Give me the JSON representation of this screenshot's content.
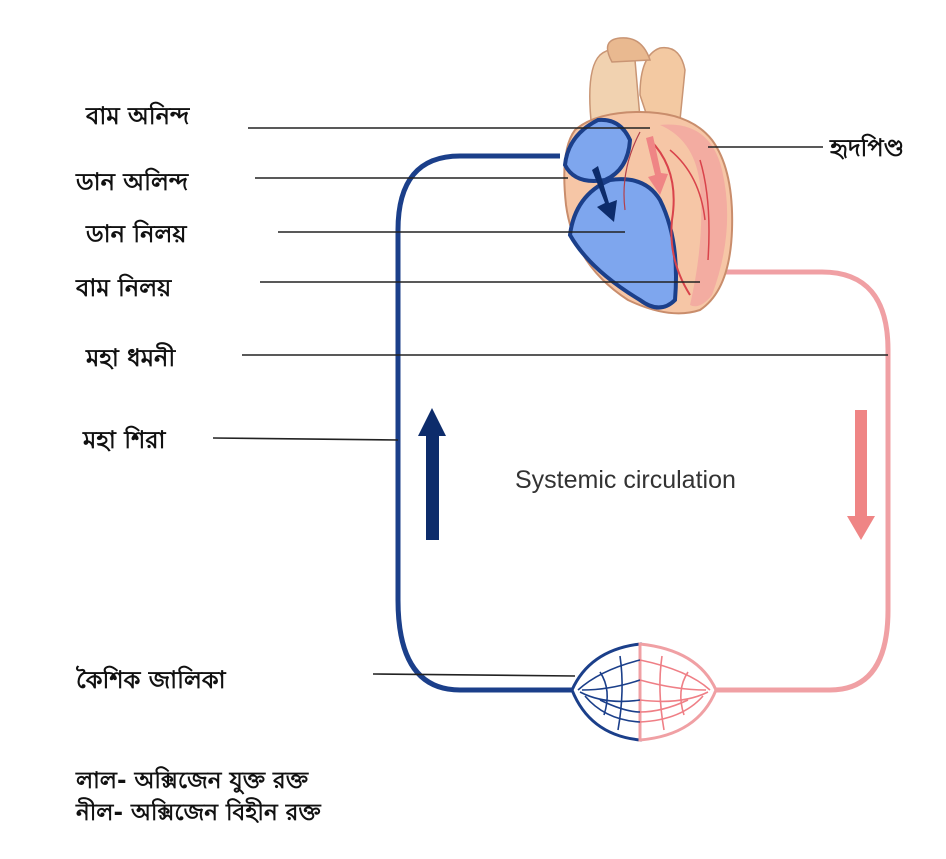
{
  "title": "Systemic circulation",
  "labels": {
    "left_atrium": "বাম অনিন্দ",
    "right_atrium": "ডান অলিন্দ",
    "right_ventricle": "ডান নিলয়",
    "left_ventricle": "বাম নিলয়",
    "aorta": "মহা ধমনী",
    "vena_cava": "মহা শিরা",
    "capillaries": "কৈশিক জালিকা",
    "heart": "হৃদপিণ্ড"
  },
  "legend": {
    "red": "লাল- অক্সিজেন যুক্ত রক্ত",
    "blue": "নীল- অক্সিজেন বিহীন রক্ত"
  },
  "colors": {
    "deoxygenated": "#1b3f8a",
    "oxygenated": "#f0a0a4",
    "arrow_blue": "#0d2c6b",
    "arrow_red": "#ef8585",
    "heart_tissue": "#f6c6a6",
    "chamber_blue": "#7ea6ee"
  }
}
